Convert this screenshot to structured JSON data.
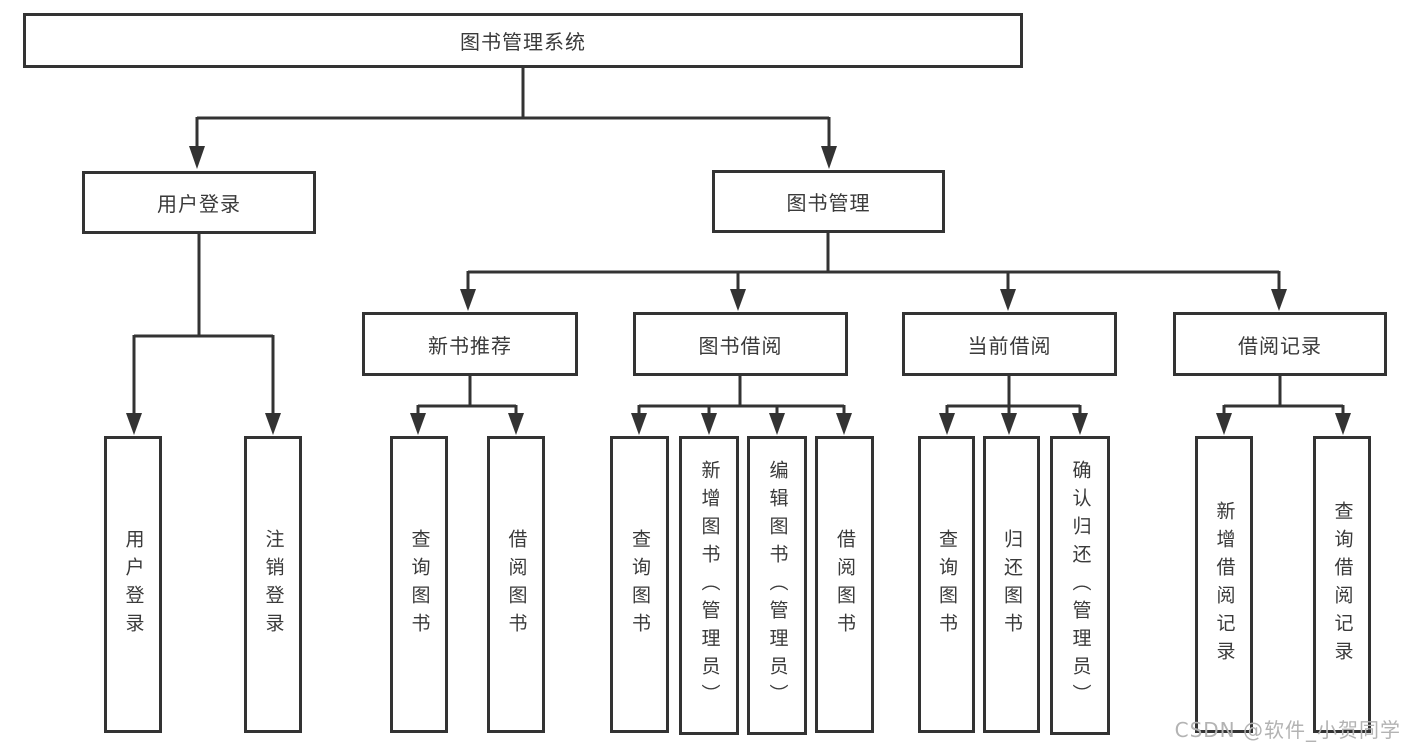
{
  "diagram": {
    "root": {
      "label": "图书管理系统"
    },
    "user_login": {
      "label": "用户登录",
      "children": [
        {
          "label": "用户登录"
        },
        {
          "label": "注销登录"
        }
      ]
    },
    "book_mgmt": {
      "label": "图书管理",
      "children": [
        {
          "label": "新书推荐",
          "children": [
            {
              "label": "查询图书"
            },
            {
              "label": "借阅图书"
            }
          ]
        },
        {
          "label": "图书借阅",
          "children": [
            {
              "label": "查询图书"
            },
            {
              "label": "新增图书（管理员）"
            },
            {
              "label": "编辑图书（管理员）"
            },
            {
              "label": "借阅图书"
            }
          ]
        },
        {
          "label": "当前借阅",
          "children": [
            {
              "label": "查询图书"
            },
            {
              "label": "归还图书"
            },
            {
              "label": "确认归还（管理员）"
            }
          ]
        },
        {
          "label": "借阅记录",
          "children": [
            {
              "label": "新增借阅记录"
            },
            {
              "label": "查询借阅记录"
            }
          ]
        }
      ]
    }
  },
  "watermark": {
    "text": "CSDN @软件_小贺同学"
  },
  "colors": {
    "line": "#333333",
    "box_border": "#333333",
    "text": "#3a3a3a",
    "watermark": "#b3b3b3",
    "background": "#ffffff"
  }
}
